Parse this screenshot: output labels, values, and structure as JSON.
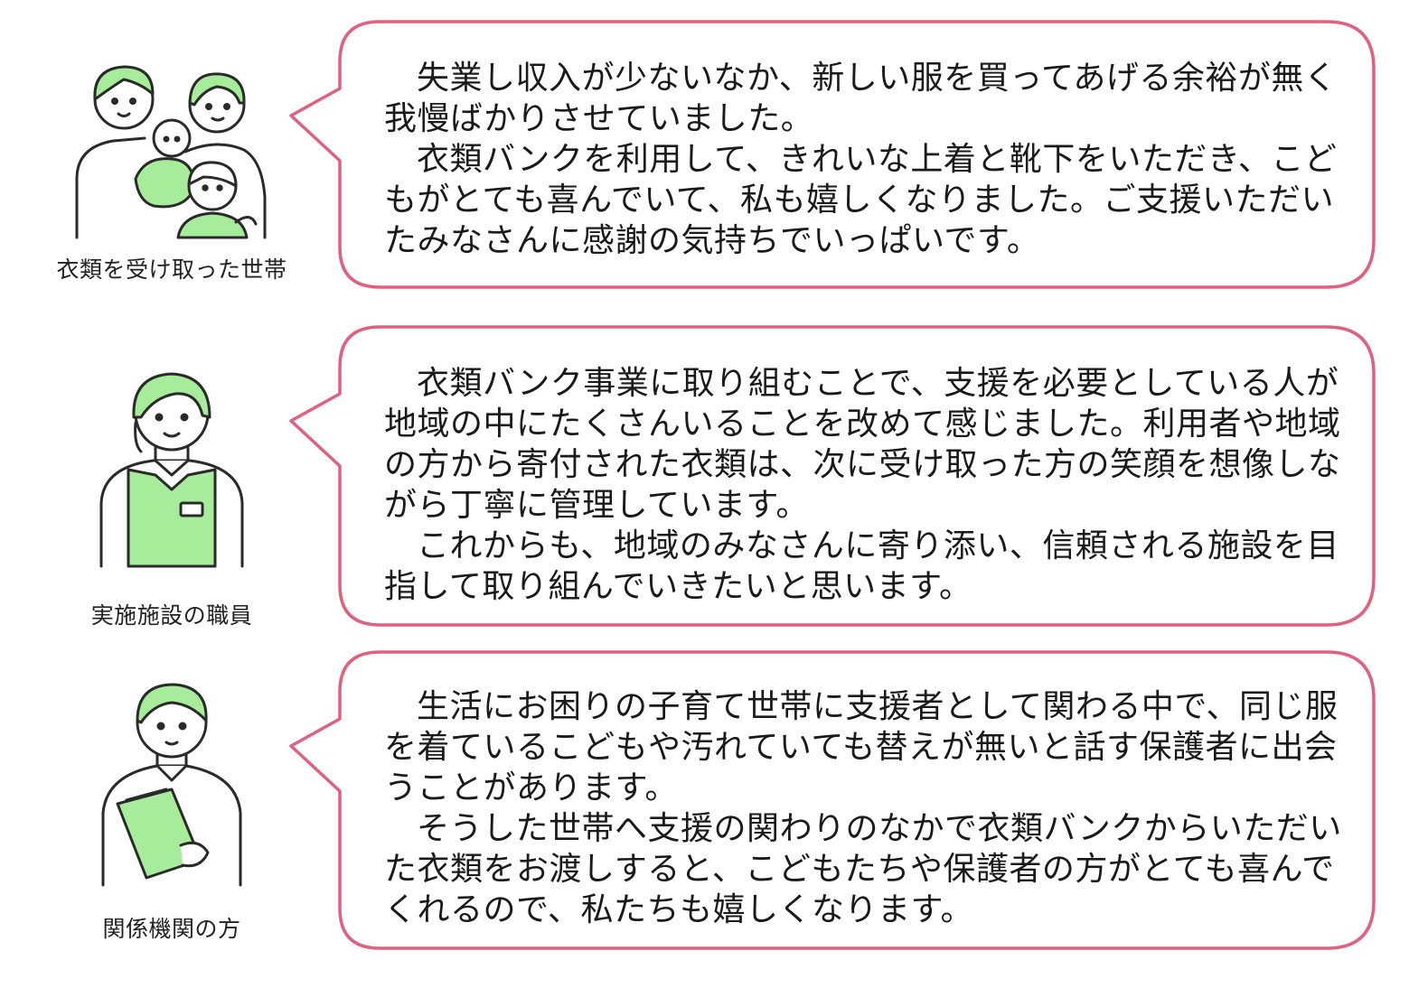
{
  "colors": {
    "bubble_border": "#e0607e",
    "figure_fill": "#a6ec9b",
    "line": "#2a2a2a"
  },
  "testimonials": [
    {
      "figure_icon": "family-with-children-icon",
      "caption": "衣類を受け取った世帯",
      "paragraphs": [
        "失業し収入が少ないなか、新しい服を買ってあげる余裕が無く我慢ばかりさせていました。",
        "衣類バンクを利用して、きれいな上着と靴下をいただき、こどもがとても喜んでいて、私も嬉しくなりました。ご支援いただいたみなさんに感謝の気持ちでいっぱいです。"
      ]
    },
    {
      "figure_icon": "staff-in-apron-icon",
      "caption": "実施施設の職員",
      "paragraphs": [
        "衣類バンク事業に取り組むことで、支援を必要としている人が地域の中にたくさんいることを改めて感じました。利用者や地域の方から寄付された衣類は、次に受け取った方の笑顔を想像しながら丁寧に管理しています。",
        "これからも、地域のみなさんに寄り添い、信頼される施設を目指して取り組んでいきたいと思います。"
      ]
    },
    {
      "figure_icon": "person-holding-folder-icon",
      "caption": "関係機関の方",
      "paragraphs": [
        "生活にお困りの子育て世帯に支援者として関わる中で、同じ服を着ているこどもや汚れていても替えが無いと話す保護者に出会うことがあります。",
        "そうした世帯へ支援の関わりのなかで衣類バンクからいただいた衣類をお渡しすると、こどもたちや保護者の方がとても喜んでくれるので、私たちも嬉しくなります。"
      ]
    }
  ]
}
